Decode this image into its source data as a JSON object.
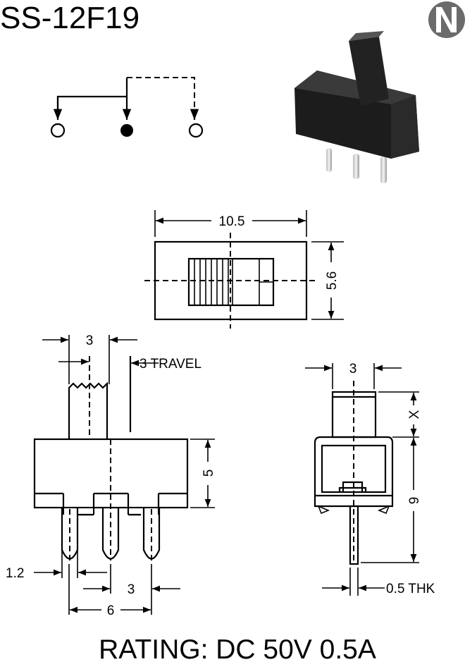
{
  "title": "SS-12F19",
  "logo_letter": "N",
  "top_view": {
    "width_label": "10.5",
    "height_label": "5.6"
  },
  "front_view": {
    "actuator_width_label": "3",
    "travel_label": "3 TRAVEL",
    "body_height_label": "5",
    "pin_width_label": "1.2",
    "pin_pitch_label": "3",
    "pin_span_label": "6"
  },
  "side_view": {
    "actuator_width_label": "3",
    "actuator_height_label": "X",
    "height_label": "9",
    "pin_thickness_label": "0.5 THK"
  },
  "rating": "RATING: DC 50V 0.5A",
  "colors": {
    "ink": "#000000",
    "logo": "#6b6b6b",
    "body": "#1c1c1c"
  }
}
